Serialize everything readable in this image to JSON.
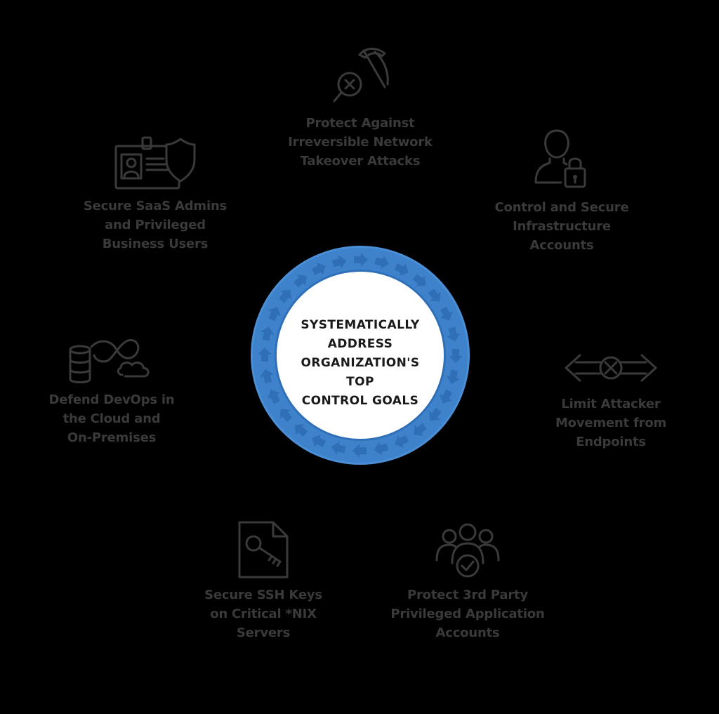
{
  "center": {
    "lines": [
      "SYSTEMATICALLY",
      "ADDRESS",
      "ORGANIZATION'S TOP",
      "CONTROL GOALS"
    ]
  },
  "colors": {
    "background": "#000000",
    "ring_blue": "#4a8fd6",
    "ring_dark": "#2f6fb8",
    "center_fill": "#ffffff",
    "icon_gray": "#3a3a3a"
  },
  "goals": [
    {
      "icon": "pickaxe-icon",
      "lines": [
        "Protect Against",
        "Irreversible Network",
        "Takeover Attacks"
      ]
    },
    {
      "icon": "user-lock-icon",
      "lines": [
        "Control and Secure",
        "Infrastructure",
        "Accounts"
      ]
    },
    {
      "icon": "blocked-arrows-icon",
      "lines": [
        "Limit Attacker",
        "Movement from",
        "Endpoints"
      ]
    },
    {
      "icon": "group-check-icon",
      "lines": [
        "Protect 3rd Party",
        "Privileged Application",
        "Accounts"
      ]
    },
    {
      "icon": "key-document-icon",
      "lines": [
        "Secure SSH Keys",
        "on Critical *NIX",
        "Servers"
      ]
    },
    {
      "icon": "devops-cloud-icon",
      "lines": [
        "Defend DevOps in",
        "the Cloud and",
        "On-Premises"
      ]
    },
    {
      "icon": "id-badge-shield-icon",
      "lines": [
        "Secure SaaS Admins",
        "and Privileged",
        "Business Users"
      ]
    }
  ]
}
